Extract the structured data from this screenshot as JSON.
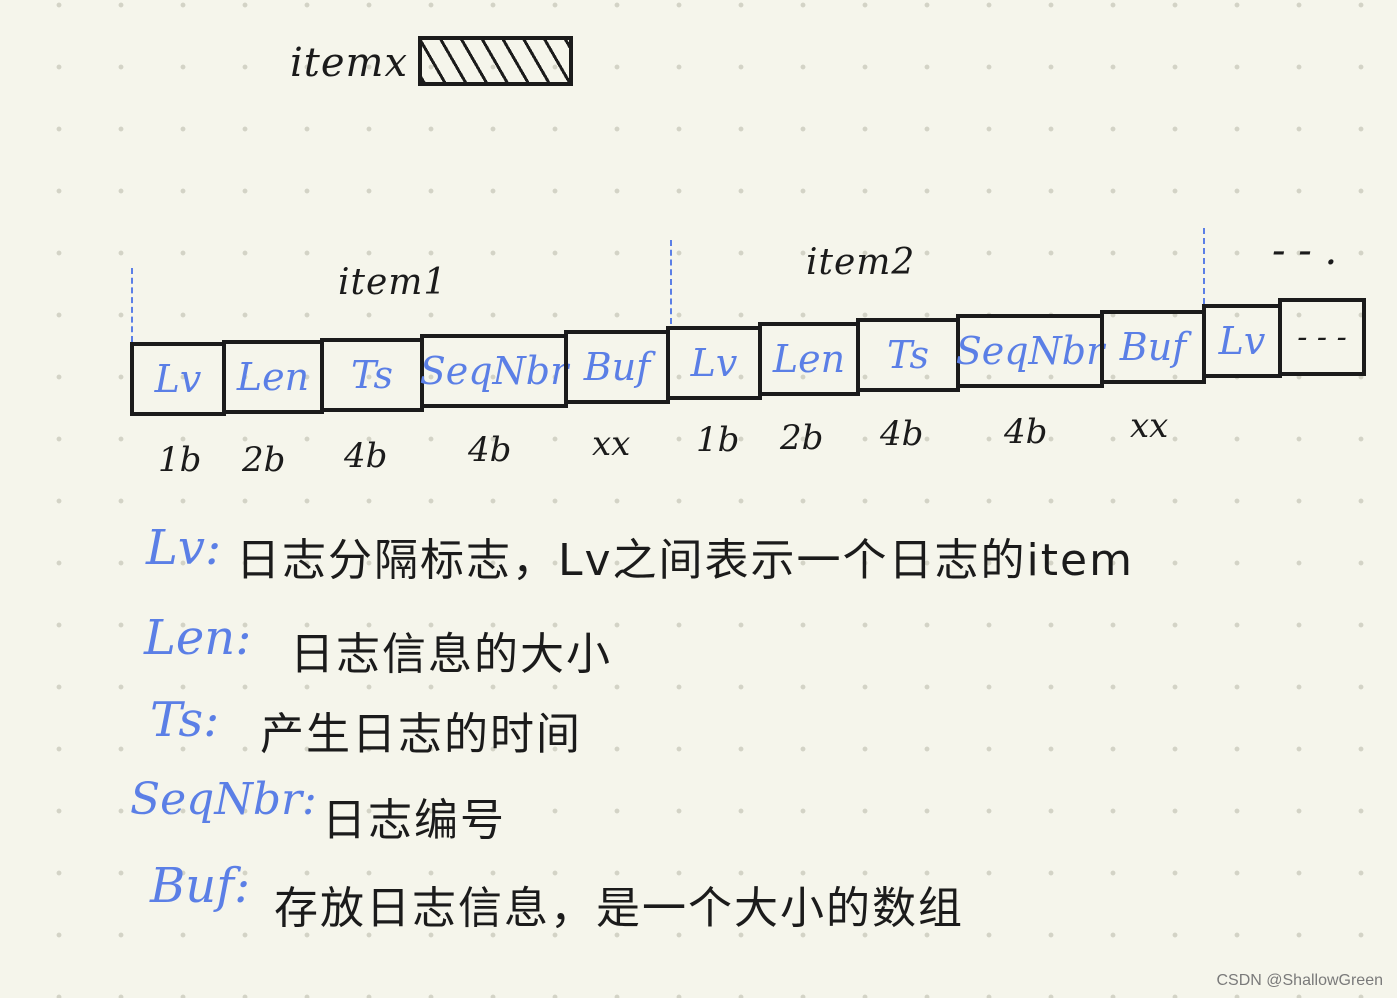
{
  "legend": {
    "label": "itemx"
  },
  "items": [
    {
      "label": "item1"
    },
    {
      "label": "item2"
    }
  ],
  "more_indicator": "- - .",
  "cells": [
    {
      "label": "Lv",
      "size": "1b"
    },
    {
      "label": "Len",
      "size": "2b"
    },
    {
      "label": "Ts",
      "size": "4b"
    },
    {
      "label": "SeqNbr",
      "size": "4b"
    },
    {
      "label": "Buf",
      "size": "xx"
    },
    {
      "label": "Lv",
      "size": "1b"
    },
    {
      "label": "Len",
      "size": "2b"
    },
    {
      "label": "Ts",
      "size": "4b"
    },
    {
      "label": "SeqNbr",
      "size": "4b"
    },
    {
      "label": "Buf",
      "size": "xx"
    },
    {
      "label": "Lv",
      "size": ""
    },
    {
      "label": "- - -",
      "size": ""
    }
  ],
  "definitions": [
    {
      "term": "Lv:",
      "text": "日志分隔标志，Lv之间表示一个日志的item"
    },
    {
      "term": "Len:",
      "text": "日志信息的大小"
    },
    {
      "term": "Ts:",
      "text": "产生日志的时间"
    },
    {
      "term": "SeqNbr:",
      "text": "日志编号"
    },
    {
      "term": "Buf:",
      "text": "存放日志信息，是一个大小的数组"
    }
  ],
  "colors": {
    "ink": "#1b1b1b",
    "blue": "#5b7fe6",
    "paper": "#f5f5eb"
  },
  "watermark": "CSDN @ShallowGreen"
}
